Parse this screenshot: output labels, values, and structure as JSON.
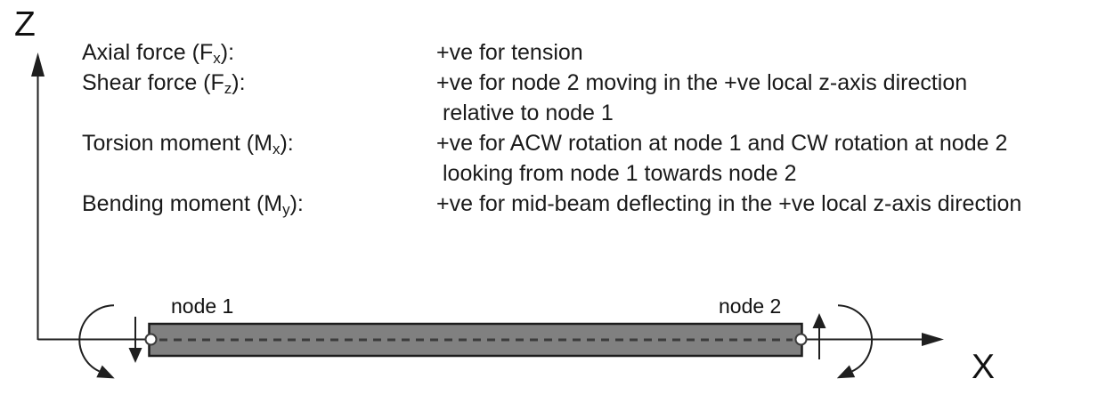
{
  "sign_conventions": {
    "rows": [
      {
        "term_pre": "Axial force (F",
        "term_sub": "x",
        "term_post": "):",
        "desc": "+ve for tension"
      },
      {
        "term_pre": "Shear force (F",
        "term_sub": "z",
        "term_post": "):",
        "desc": "+ve for node 2 moving in the +ve local z-axis direction"
      },
      {
        "term_pre": "",
        "term_sub": "",
        "term_post": "",
        "desc": "relative to node 1"
      },
      {
        "term_pre": "Torsion moment (M",
        "term_sub": "x",
        "term_post": "):",
        "desc": "+ve for ACW rotation at node 1 and CW rotation at node 2"
      },
      {
        "term_pre": "",
        "term_sub": "",
        "term_post": "",
        "desc": "looking from node 1 towards node 2"
      },
      {
        "term_pre": "Bending moment (M",
        "term_sub": "y",
        "term_post": "):",
        "desc": "+ve for mid-beam deflecting in the +ve local z-axis direction"
      }
    ]
  },
  "diagram": {
    "z_axis_label": "Z",
    "x_axis_label": "X",
    "node1_label": "node 1",
    "node2_label": "node 2",
    "colors": {
      "beam_fill": "#808080",
      "beam_border": "#1c1c1c",
      "centerline": "#3c3c3c",
      "ink": "#1f1f1f",
      "node_circle_fill": "#ffffff"
    }
  }
}
